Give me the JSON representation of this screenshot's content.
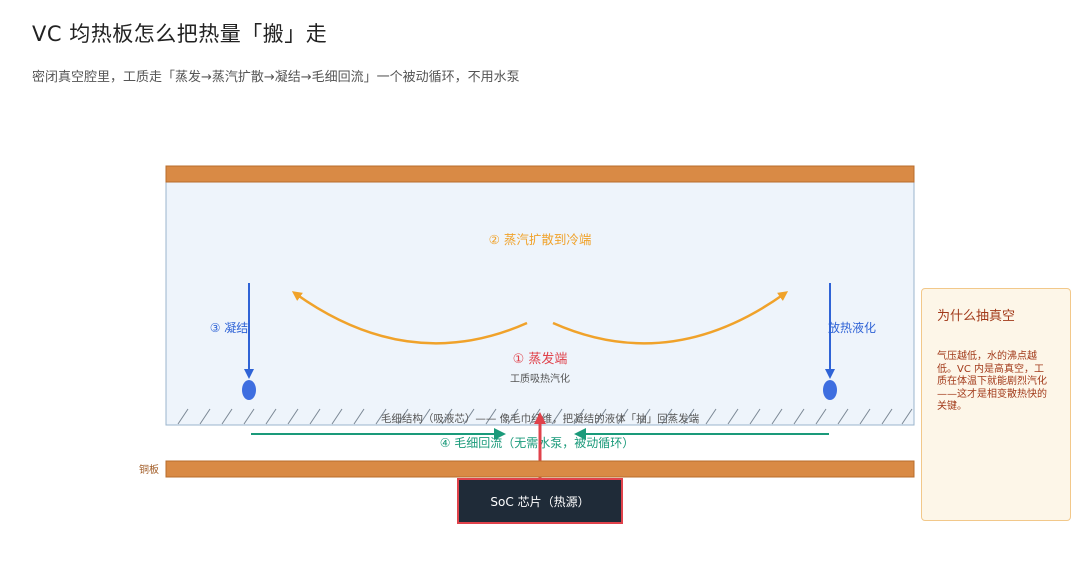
{
  "header": {
    "title": "VC 均热板怎么把热量「搬」走",
    "subtitle": "密闭真空腔里，工质走「蒸发→蒸汽扩散→凝结→毛细回流」一个被动循环，不用水泵"
  },
  "diagram": {
    "step_evaporate": "① 蒸发端",
    "step_evaporate_note": "工质吸热汽化",
    "step_vapor": "② 蒸汽扩散到冷端",
    "step_condense": "③ 凝结",
    "condense_right": "放热液化",
    "wick_label": "毛细结构（吸液芯）—— 像毛巾纤维，把凝结的液体「抽」回蒸发端",
    "step_return": "④ 毛细回流（无需水泵，被动循环）",
    "copper_label": "铜板",
    "chip_label": "SoC 芯片（热源）"
  },
  "side_note": {
    "title": "为什么抽真空",
    "body": "气压越低，水的沸点越低。VC 内是高真空，工质在体温下就能剧烈汽化——这才是相变散热快的关键。"
  },
  "colors": {
    "copper": "#d98a45",
    "chamber_fill": "#eef4fb",
    "chamber_border": "#9bb5cc",
    "vapor": "#f0a22a",
    "condense": "#2f63d6",
    "return": "#1a9a7a",
    "heat": "#e0424b",
    "chip_fill": "#1f2b38"
  }
}
